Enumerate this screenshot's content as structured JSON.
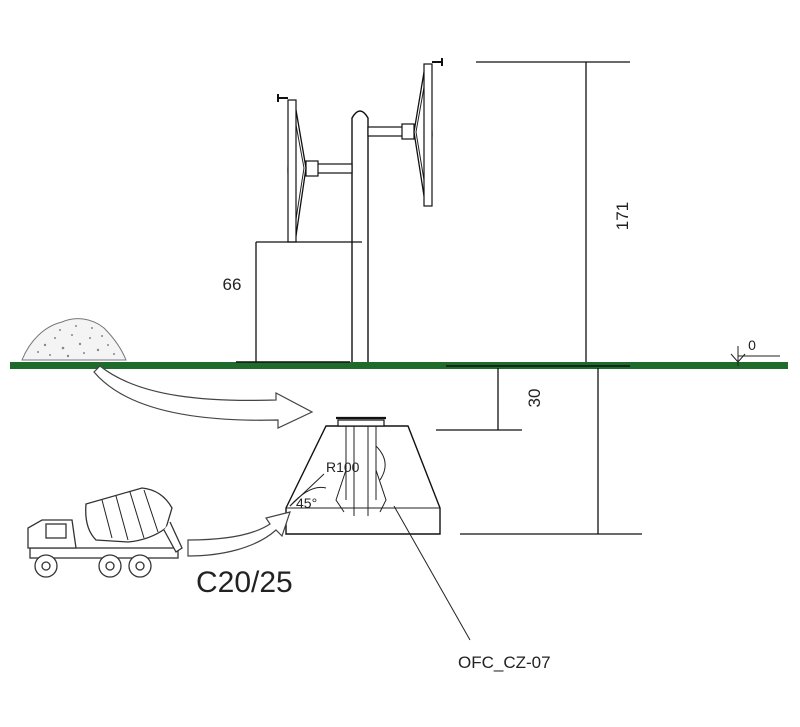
{
  "diagram": {
    "dimension_labels": {
      "height_total": "171",
      "height_rotor_base": "66",
      "depth_anchor": "30",
      "ground_level": "0"
    },
    "foundation": {
      "radius_label": "R100",
      "angle_label": "45°",
      "part_code": "OFC_CZ-07"
    },
    "concrete_grade": "C20/25",
    "colors": {
      "ground_line": "#1f6b2c",
      "lines": "#111111",
      "foundation_fill": "#ffffff"
    },
    "icons": [
      "wind-turbine-icon",
      "sand-pile-icon",
      "concrete-mixer-truck-icon",
      "flow-arrow-icon"
    ]
  }
}
